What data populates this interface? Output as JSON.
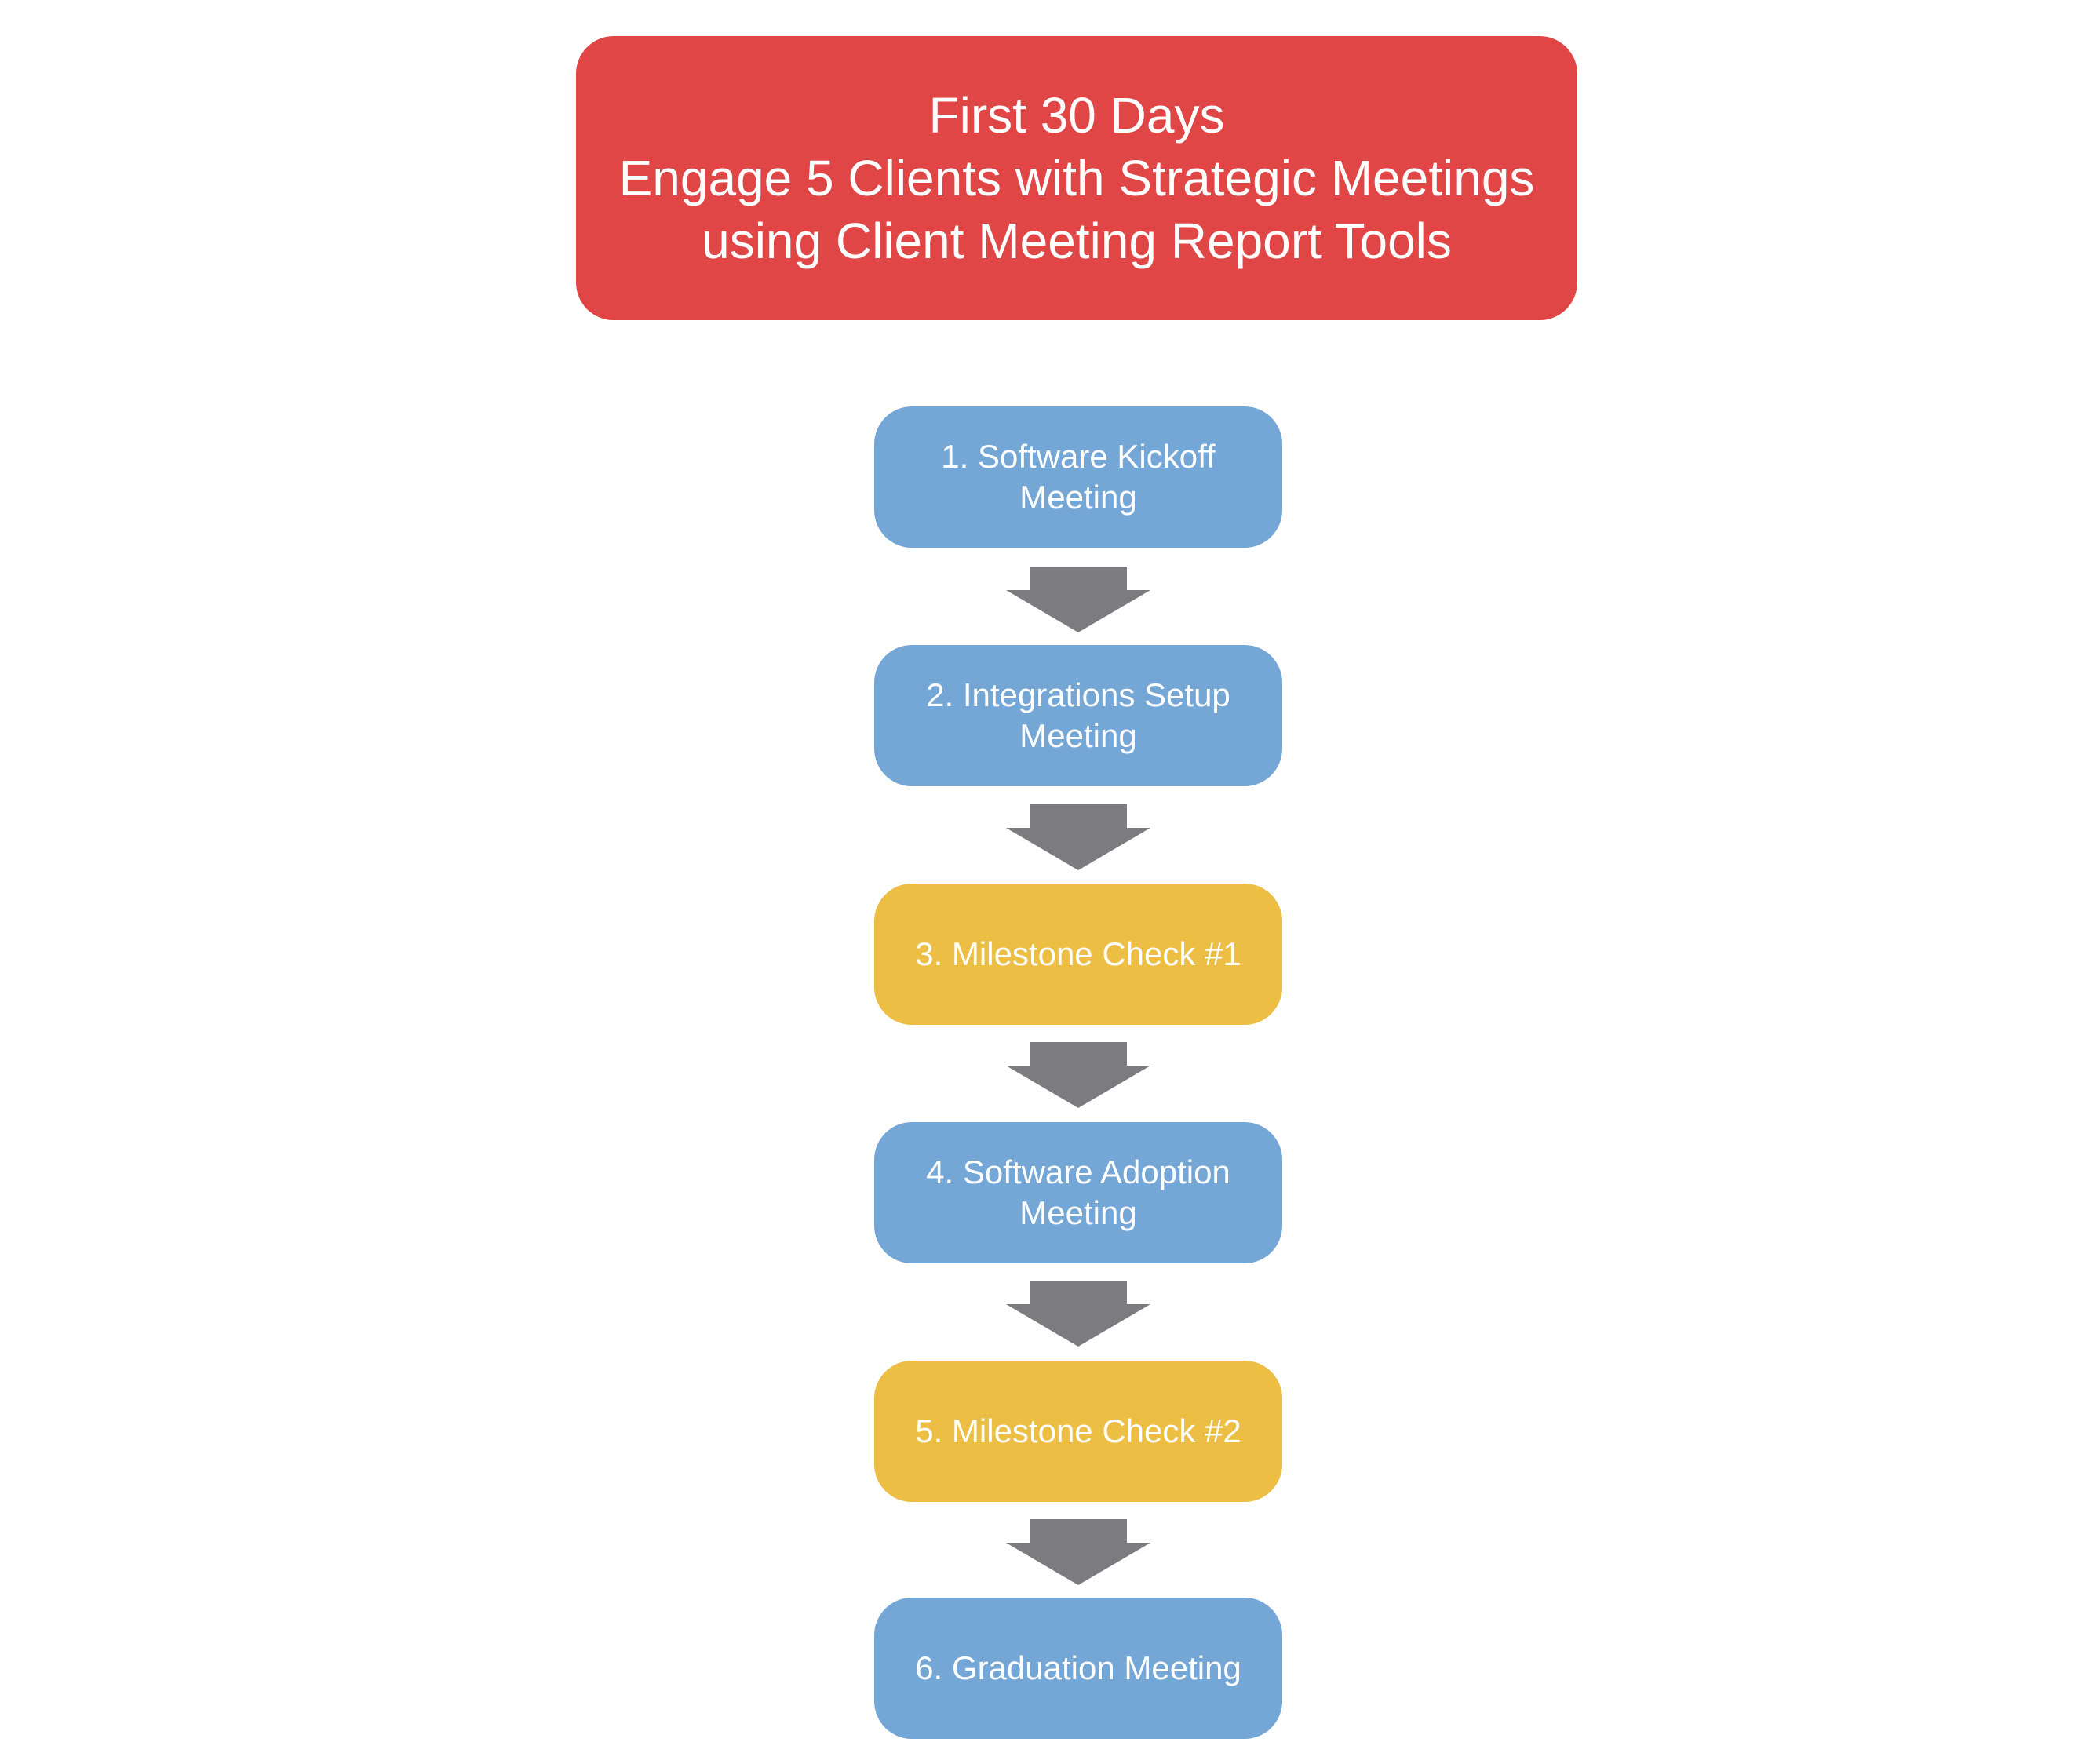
{
  "header": {
    "lines": [
      "First 30 Days",
      "Engage 5 Clients with Strategic Meetings",
      "using Client Meeting Report Tools"
    ],
    "color": "#e04646"
  },
  "colors": {
    "meeting": "#74a6d6",
    "milestone": "#ecbe44",
    "arrow": "#7c7c80",
    "text": "#ffffff"
  },
  "steps": [
    {
      "label": "1. Software Kickoff\nMeeting",
      "kind": "meeting"
    },
    {
      "label": "2. Integrations Setup\nMeeting",
      "kind": "meeting"
    },
    {
      "label": "3. Milestone Check #1",
      "kind": "milestone"
    },
    {
      "label": "4. Software Adoption\nMeeting",
      "kind": "meeting"
    },
    {
      "label": "5. Milestone Check #2",
      "kind": "milestone"
    },
    {
      "label": "6. Graduation Meeting",
      "kind": "meeting"
    }
  ],
  "arrows": [
    {
      "icon": "down-arrow-icon"
    },
    {
      "icon": "down-arrow-icon"
    },
    {
      "icon": "down-arrow-icon"
    },
    {
      "icon": "down-arrow-icon"
    },
    {
      "icon": "down-arrow-icon"
    }
  ]
}
